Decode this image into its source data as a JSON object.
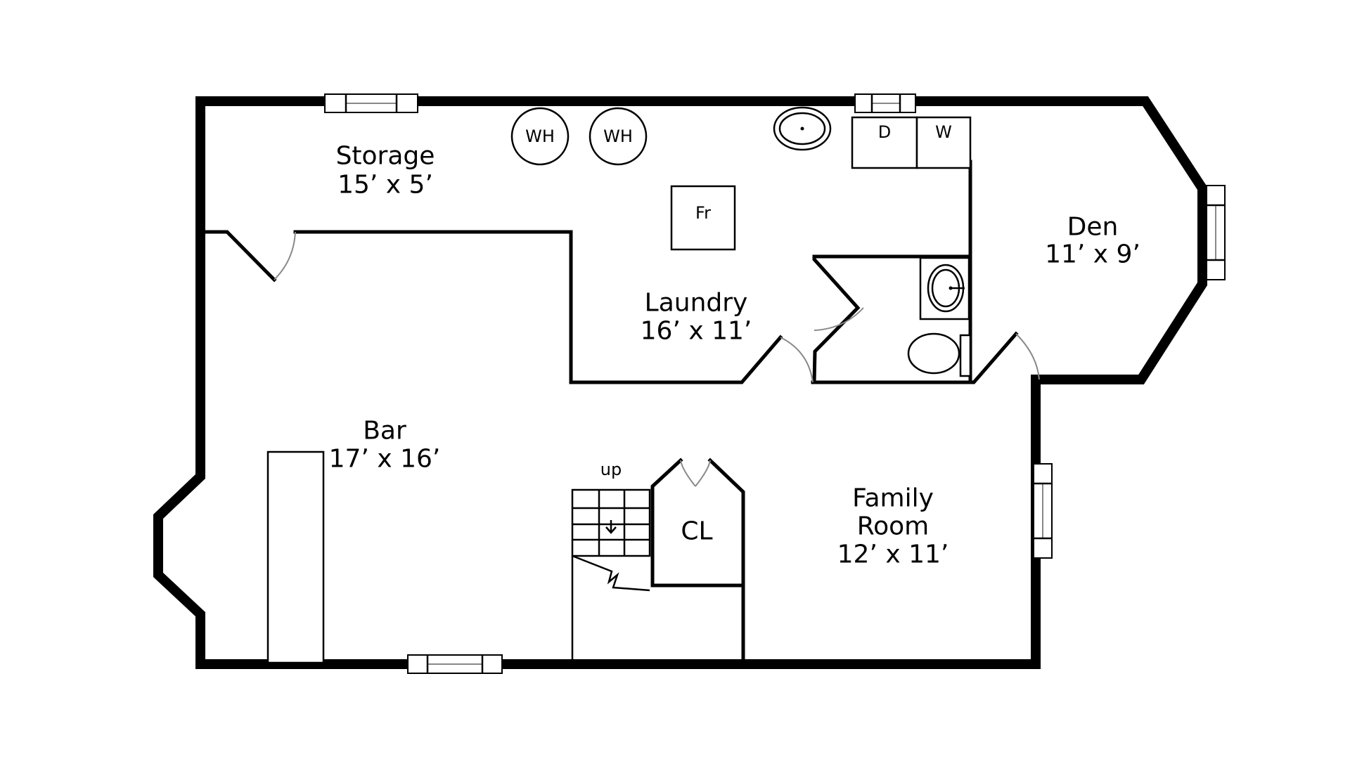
{
  "rooms": {
    "storage": {
      "name": "Storage",
      "size": "15’ x 5’"
    },
    "laundry": {
      "name": "Laundry",
      "size": "16’ x 11’"
    },
    "den": {
      "name": "Den",
      "size": "11’ x 9’"
    },
    "bar": {
      "name": "Bar",
      "size": "17’ x 16’"
    },
    "family": {
      "name_line1": "Family",
      "name_line2": "Room",
      "size": "12’ x 11’"
    },
    "closet": {
      "name": "CL"
    }
  },
  "fixtures": {
    "water_heater_1": "WH",
    "water_heater_2": "WH",
    "furnace": "Fr",
    "dryer": "D",
    "washer": "W"
  },
  "stairs": {
    "label": "up"
  }
}
